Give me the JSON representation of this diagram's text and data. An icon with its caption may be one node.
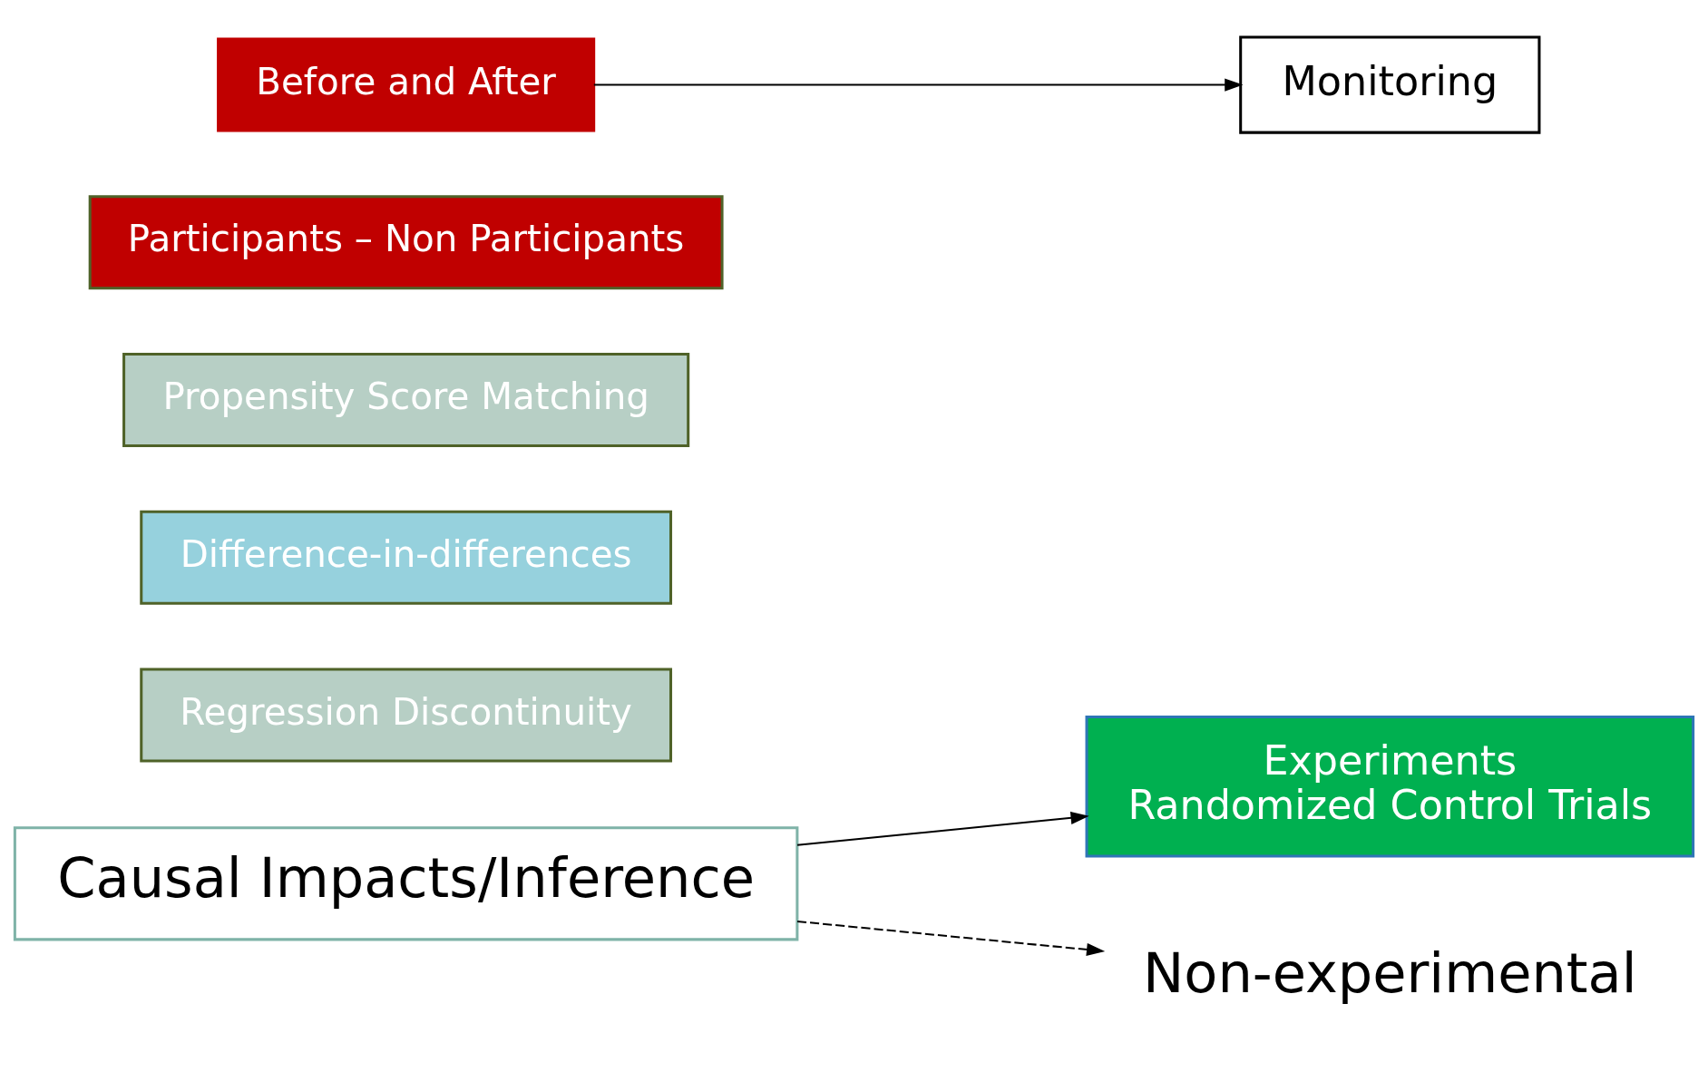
{
  "diagram": {
    "nodes": [
      {
        "text": [
          "Causal Impacts/Inference"
        ]
      },
      {
        "text": [
          "Experiments",
          "Randomized Control Trials"
        ]
      },
      {
        "text": [
          "Regression Discontinuity"
        ]
      },
      {
        "text": [
          "Difference-in-differences"
        ]
      },
      {
        "text": [
          "Propensity Score Matching"
        ]
      },
      {
        "text": [
          "Non-experimental"
        ]
      },
      {
        "text": [
          "Participants – Non Participants"
        ]
      },
      {
        "text": [
          "Before and After"
        ]
      },
      {
        "text": [
          "Monitoring"
        ]
      }
    ],
    "edges": [
      {
        "from": 0,
        "to": 1,
        "arrow": "to"
      },
      {
        "from": 0,
        "to": 5,
        "arrow": "to",
        "style": "dashed"
      },
      {
        "from": 7,
        "to": 8,
        "arrow": "to"
      }
    ]
  }
}
